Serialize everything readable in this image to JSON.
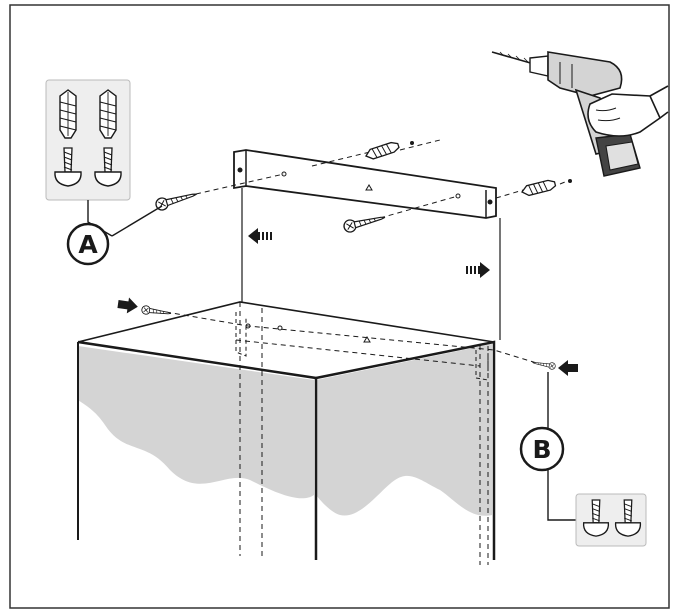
{
  "diagram": {
    "callouts": [
      {
        "id": "A",
        "label": "A"
      },
      {
        "id": "B",
        "label": "B"
      }
    ],
    "icons": [
      "wall-plug-icon",
      "screw-icon",
      "drill-icon",
      "push-arrow-icon",
      "direction-arrow-icon"
    ],
    "colors": {
      "line": "#1a1a1a",
      "shadow": "#d4d4d4",
      "panel": "#eeeeee",
      "frame": "#333333"
    }
  }
}
